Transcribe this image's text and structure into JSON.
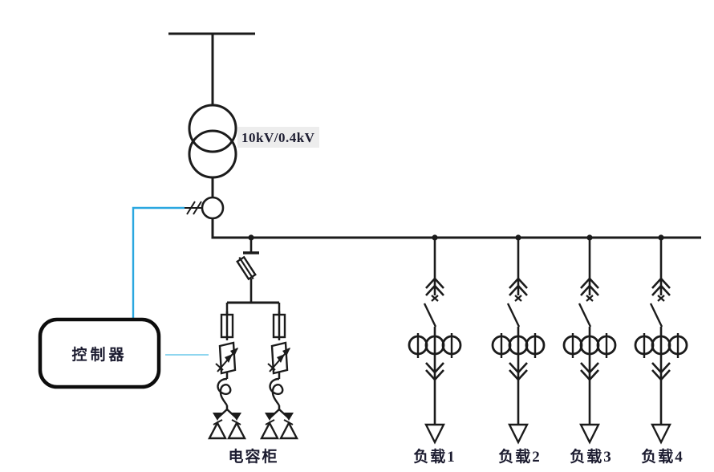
{
  "diagram": {
    "transformer_label": "10kV/0.4kV",
    "controller_label": "控制器",
    "capacitor_cabinet_label": "电容柜",
    "loads": [
      {
        "label": "负载1"
      },
      {
        "label": "负载2"
      },
      {
        "label": "负载3"
      },
      {
        "label": "负载4"
      }
    ]
  },
  "colors": {
    "diagram_line": "#1b1b1b",
    "control_line_blue": "#2aa7e0",
    "signal_line_cyan": "#8fd6ef"
  }
}
